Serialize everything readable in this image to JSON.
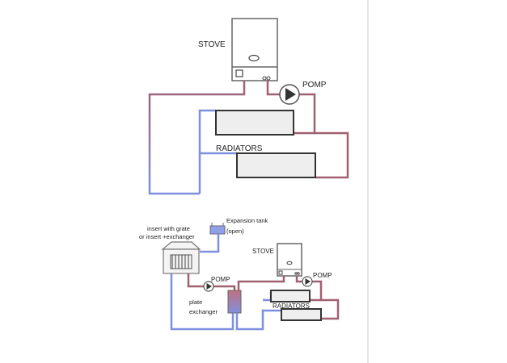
{
  "top_diagram": {
    "stove_label": "STOVE",
    "pump_label": "POMP",
    "radiators_label": "RADIATORS"
  },
  "bottom_diagram": {
    "insert_label_line1": "insert with grate",
    "insert_label_line2": "or insert +exchanger",
    "tank_label_line1": "Expansion tank",
    "tank_label_line2": "(open)",
    "stove_label": "STOVE",
    "pump1_label": "POMP",
    "pump2_label": "POMP",
    "radiators_label": "RADIATORS",
    "exchanger_label_line1": "plate",
    "exchanger_label_line2": "exchanger"
  },
  "colors": {
    "hot": "#a06070",
    "cold": "#7f8fdd"
  }
}
